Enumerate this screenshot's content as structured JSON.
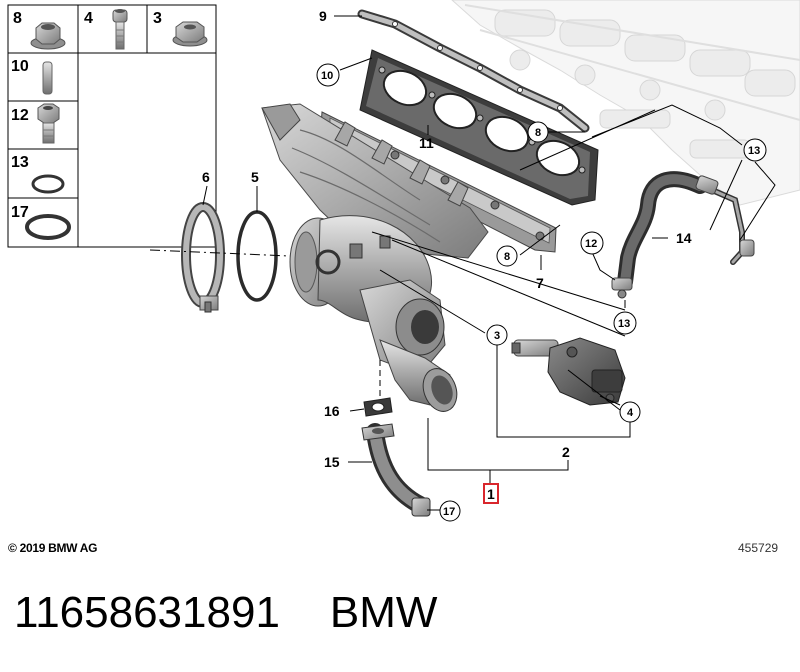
{
  "hardware_legend": [
    {
      "num": "8",
      "icon": "flange-nut-icon"
    },
    {
      "num": "4",
      "icon": "socket-bolt-icon"
    },
    {
      "num": "3",
      "icon": "hex-nut-icon"
    },
    {
      "num": "10",
      "icon": "dowel-pin-icon"
    },
    {
      "num": "12",
      "icon": "hollow-bolt-icon"
    },
    {
      "num": "13",
      "icon": "small-seal-ring-icon"
    },
    {
      "num": "17",
      "icon": "large-seal-ring-icon"
    }
  ],
  "callouts": {
    "c9": "9",
    "c10": "10",
    "c11": "11",
    "c8a": "8",
    "c13a": "13",
    "c6": "6",
    "c5": "5",
    "c8b": "8",
    "c7": "7",
    "c12": "12",
    "c14": "14",
    "c13b": "13",
    "c3": "3",
    "c4": "4",
    "c2": "2",
    "c16": "16",
    "c15": "15",
    "c1": "1",
    "c17": "17"
  },
  "copyright": "© 2019 BMW AG",
  "diagram_number": "455729",
  "part_number": "11658631891",
  "brand": "BMW",
  "colors": {
    "highlight": "#d9262c",
    "line": "#000000",
    "part_fill": "#c8c8c8",
    "engine_fill": "#ededed"
  }
}
